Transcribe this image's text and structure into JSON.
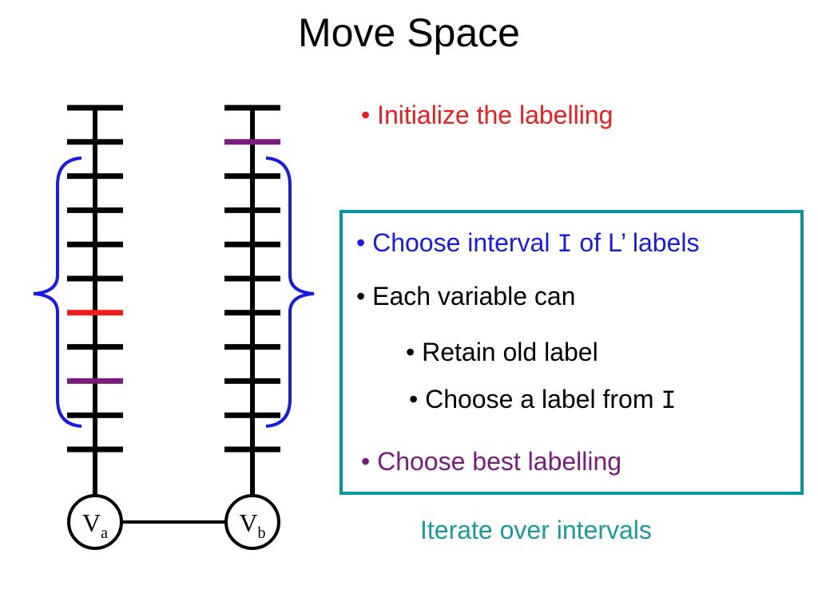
{
  "title": "Move Space",
  "diagram": {
    "nodes": [
      {
        "letter": "V",
        "sub": "a"
      },
      {
        "letter": "V",
        "sub": "b"
      }
    ],
    "va_labels": [
      "black",
      "black",
      "black",
      "black",
      "black",
      "black",
      "red",
      "black",
      "purple",
      "black",
      "black"
    ],
    "vb_labels": [
      "black",
      "purple",
      "black",
      "black",
      "black",
      "black",
      "black",
      "black",
      "black",
      "black",
      "black"
    ]
  },
  "bullets": {
    "init": "• Initialize the labelling",
    "choose_interval_pre": "• Choose interval ",
    "interval_symbol": "I",
    "choose_interval_post": " of L’ labels",
    "each_variable": "• Each variable can",
    "retain": "• Retain old label",
    "choose_label_pre": "• Choose a label from ",
    "choose_best": "• Choose best labelling",
    "iterate": "Iterate over intervals"
  },
  "colors": {
    "red": "#ee1c1c",
    "blue": "#1a1ae6",
    "purple": "#7a1c7e",
    "teal": "#1a9a9a",
    "box_border": "#00999a"
  }
}
